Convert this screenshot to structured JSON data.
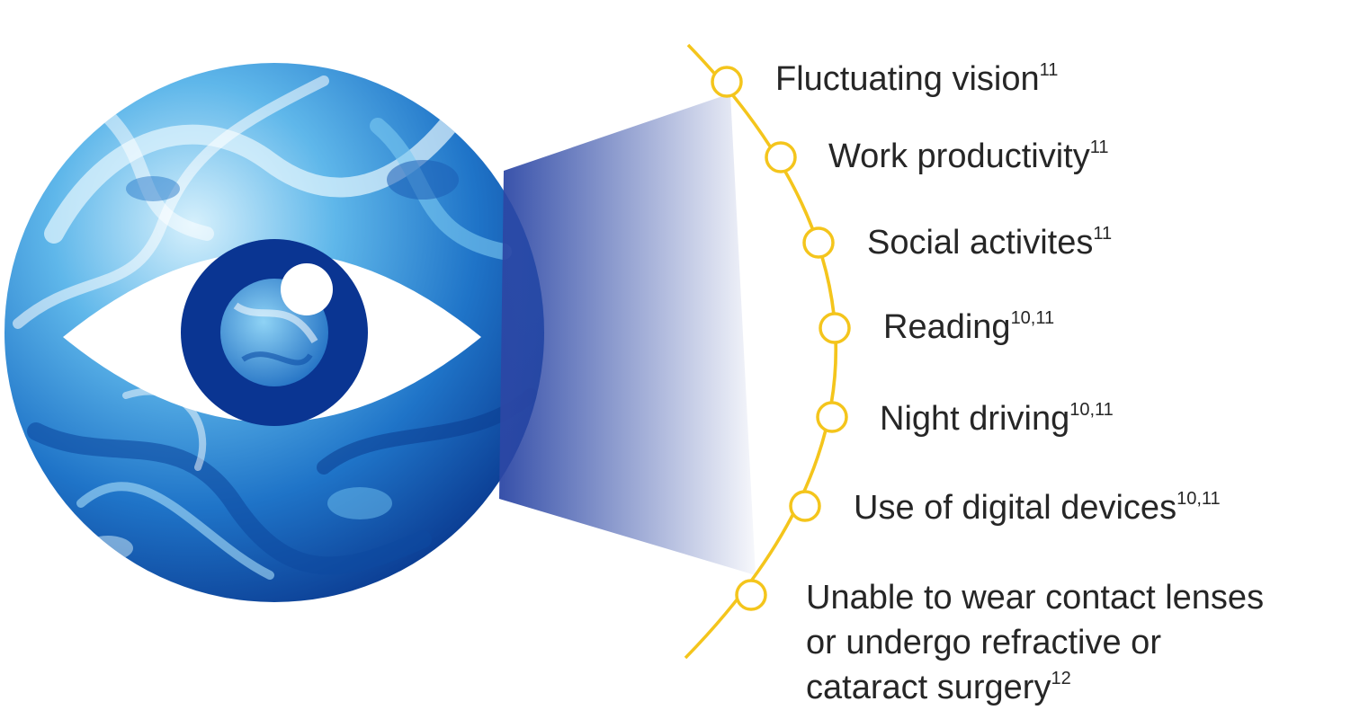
{
  "colors": {
    "arc": "#f4c51c",
    "iris_ring": "#0a3592",
    "beam_start": "#2c47a5",
    "sphere_light": "#bfe6fa",
    "sphere_dark": "#0f4ea5"
  },
  "icons": {
    "eye": "eye-icon",
    "sphere": "swirl-sphere"
  },
  "impacts": [
    {
      "text": "Fluctuating vision",
      "ref": "11"
    },
    {
      "text": "Work productivity",
      "ref": "11"
    },
    {
      "text": "Social activites",
      "ref": "11"
    },
    {
      "text": "Reading",
      "ref": "10,11"
    },
    {
      "text": "Night driving",
      "ref": "10,11"
    },
    {
      "text": "Use of digital devices",
      "ref": "10,11"
    },
    {
      "text_lines": [
        "Unable to wear contact lenses",
        "or undergo refractive or",
        "cataract surgery"
      ],
      "ref": "12"
    }
  ]
}
